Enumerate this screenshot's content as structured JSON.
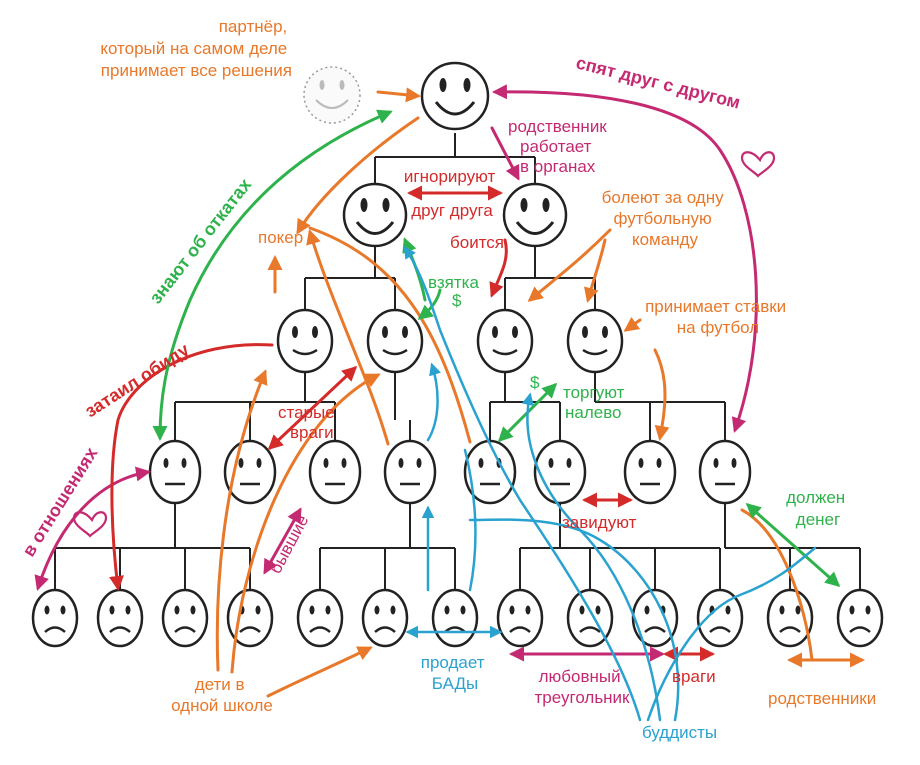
{
  "colors": {
    "orange": "#e8782a",
    "magenta": "#c42a72",
    "red": "#d42a2a",
    "green": "#2eb24b",
    "blue": "#2aa2d0",
    "line": "#222222"
  },
  "labels": {
    "partner": [
      "партнёр,",
      "который на самом деле",
      "принимает все решения"
    ],
    "sleep_together": "спят друг с другом",
    "relative_police": [
      "родственник",
      "работает",
      "в органах"
    ],
    "ignore_each_other": [
      "игнорируют",
      "друг друга"
    ],
    "same_team": [
      "болеют за одну",
      "футбольную",
      "команду"
    ],
    "poker": "покер",
    "afraid": "боится",
    "bribe": [
      "взятка",
      "$"
    ],
    "know_kickbacks": "знают об откатах",
    "bets": [
      "принимает ставки",
      "на футбол"
    ],
    "grudge": "затаил обиду",
    "old_enemies": [
      "старые",
      "враги"
    ],
    "trade_dollar": "$",
    "trade_left": [
      "торгуют",
      "налево"
    ],
    "in_relationship": "в отношениях",
    "exes": "бывшие",
    "envy": "завидуют",
    "owes_money": [
      "должен",
      "денег"
    ],
    "sells_supplements": [
      "продает",
      "БАДы"
    ],
    "love_triangle": [
      "любовный",
      "треугольник"
    ],
    "enemies": "враги",
    "kids_school": [
      "дети в",
      "одной школе"
    ],
    "buddhists": "буддисты",
    "relatives": "родственники"
  }
}
